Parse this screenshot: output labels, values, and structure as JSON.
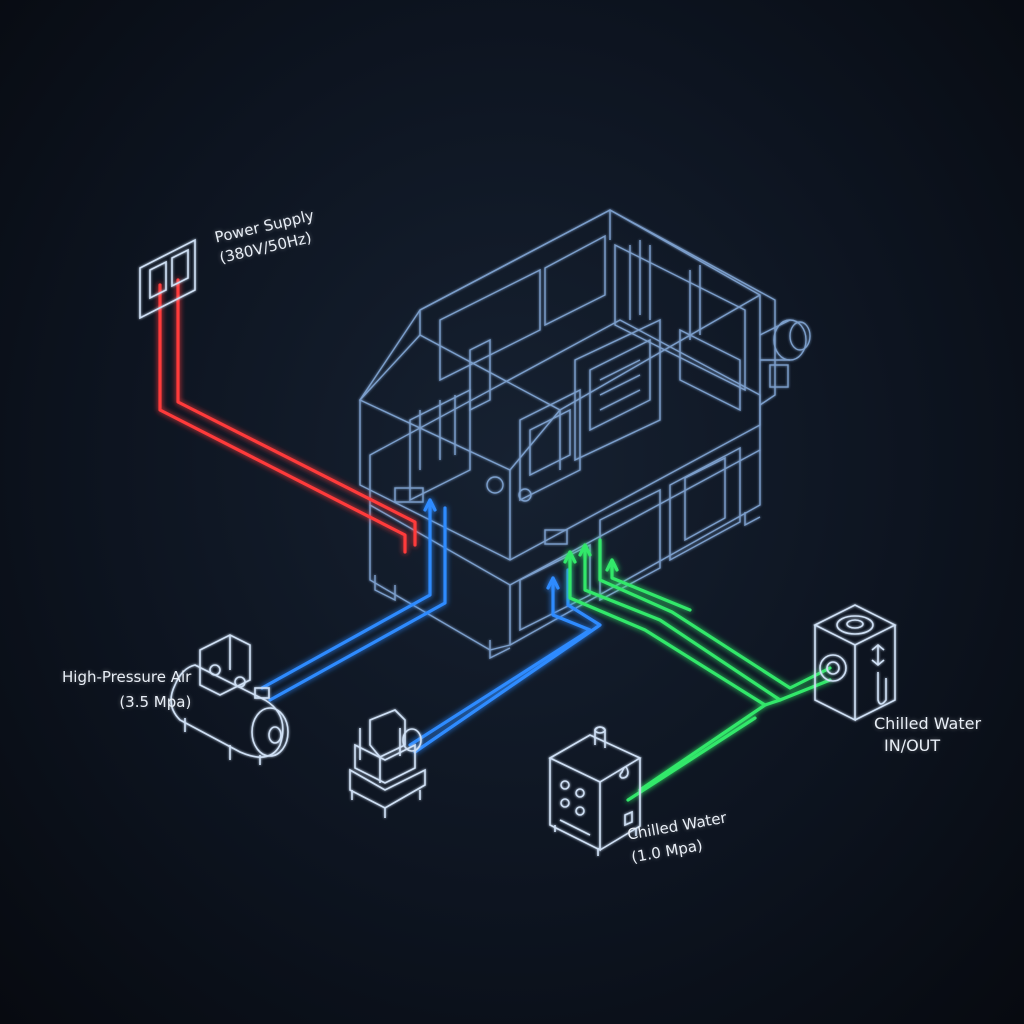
{
  "colors": {
    "background": "#0b0f16",
    "wireframe": "#8fb6e8",
    "power_line": "#ff3b3b",
    "air_line": "#2f8bff",
    "water_line": "#33e86a",
    "label_text": "#e8eef6"
  },
  "labels": {
    "power": {
      "line1": "Power Supply",
      "line2": "(380V/50Hz)"
    },
    "air": {
      "line1": "High-Pressure Air",
      "line2": "(3.5 Mpa)"
    },
    "chilled_io": {
      "line1": "Chilled Water",
      "line2": "IN/OUT"
    },
    "chilled": {
      "line1": "Chilled Water",
      "line2": "(1.0 Mpa)"
    }
  },
  "icons": {
    "power_outlet": "power-outlet-icon",
    "air_compressor": "air-compressor-icon",
    "pump": "pump-unit-icon",
    "water_chiller": "water-chiller-icon",
    "chiller_tank": "chiller-tank-icon",
    "machine": "machine-wireframe"
  }
}
